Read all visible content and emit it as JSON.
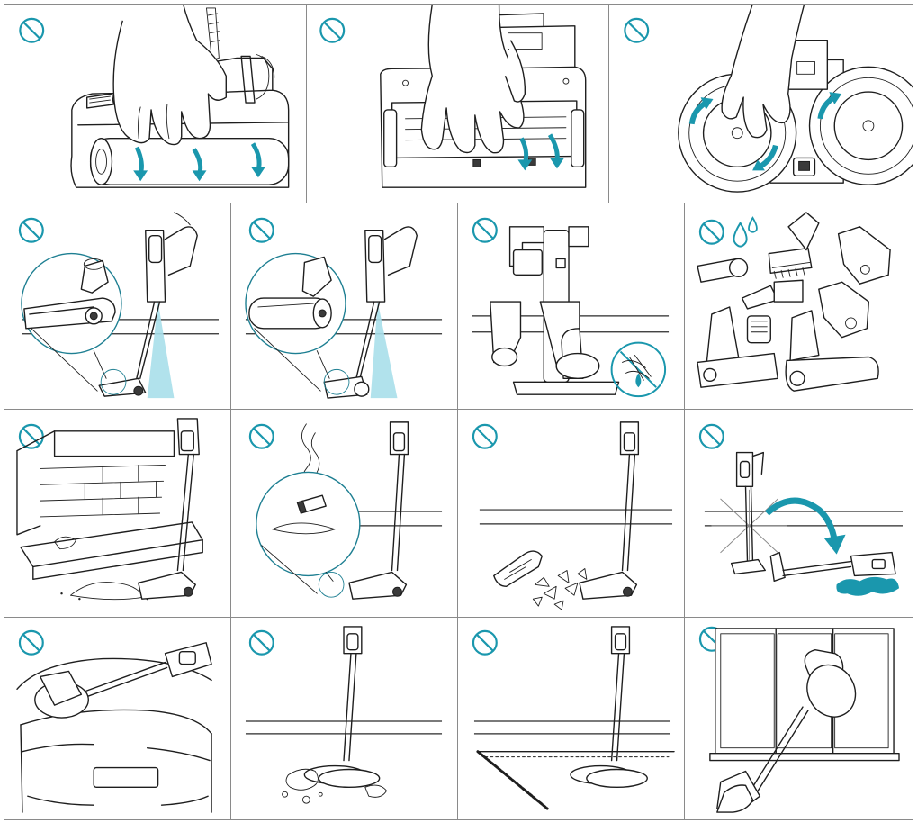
{
  "sheet": {
    "accent_color": "#1a97ad",
    "line_color": "#1e1e1e",
    "beam_color": "#a9dfea",
    "border_color": "#8a8a8a"
  },
  "icons": {
    "prohibition": "no-symbol-icon",
    "water": "water-drop-icon"
  },
  "panels": [
    {
      "id": "r1-c1",
      "scene": "hand-pulling-brush-roll-from-floor-head"
    },
    {
      "id": "r1-c2",
      "scene": "hands-removing-brush-bar-cover"
    },
    {
      "id": "r1-c3",
      "scene": "hand-rotating-mop-pads"
    },
    {
      "id": "r2-c1",
      "scene": "floor-brush-light-beam-zoom"
    },
    {
      "id": "r2-c2",
      "scene": "soft-roller-light-beam-zoom"
    },
    {
      "id": "r2-c3",
      "scene": "charging-dock-no-water-on-filter"
    },
    {
      "id": "r2-c4",
      "scene": "accessories-no-washing"
    },
    {
      "id": "r3-c1",
      "scene": "fireplace-ash"
    },
    {
      "id": "r3-c2",
      "scene": "burning-cigarette"
    },
    {
      "id": "r3-c3",
      "scene": "broken-glass"
    },
    {
      "id": "r3-c4",
      "scene": "lying-down-water-spill"
    },
    {
      "id": "r4-c1",
      "scene": "car-surface"
    },
    {
      "id": "r4-c2",
      "scene": "wet-liquid-floor"
    },
    {
      "id": "r4-c3",
      "scene": "carpet-edge"
    },
    {
      "id": "r4-c4",
      "scene": "window-glass"
    }
  ]
}
